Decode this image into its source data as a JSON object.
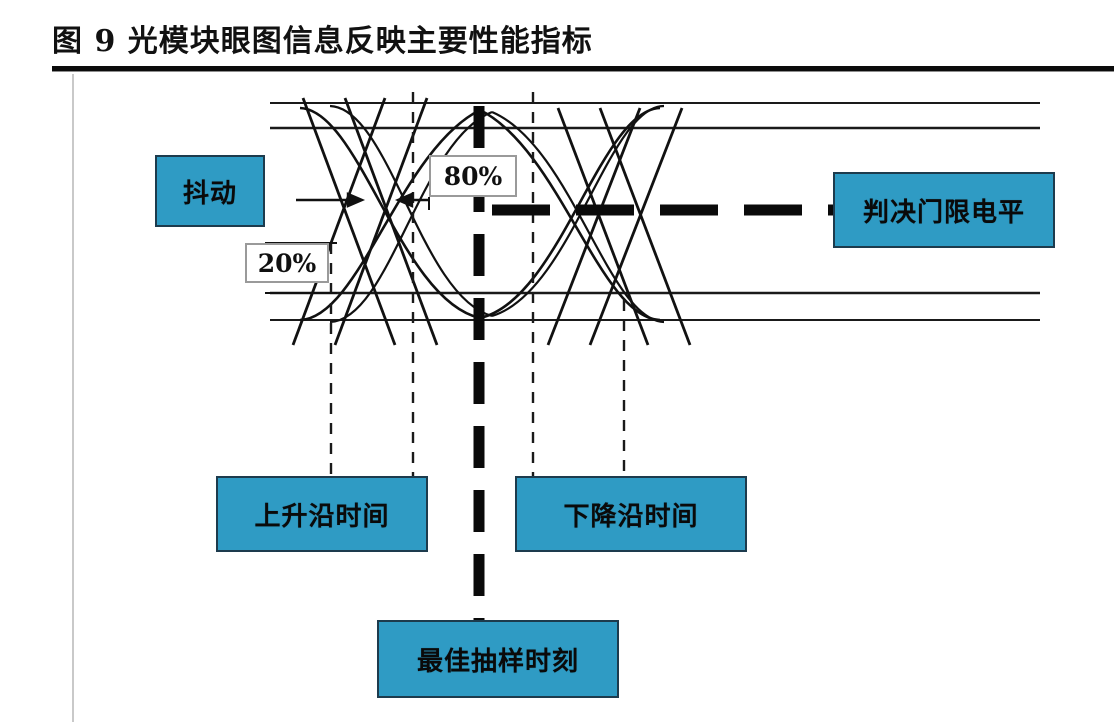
{
  "figure": {
    "title": "图 9 光模块眼图信息反映主要性能指标",
    "accent_color": "#2f9bc4",
    "box_border_color": "#1d3b4d",
    "line_color": "#111111"
  },
  "labels": {
    "jitter": "抖动",
    "decision_threshold": "判决门限电平",
    "rise_time": "上升沿时间",
    "fall_time": "下降沿时间",
    "optimal_sampling": "最佳抽样时刻",
    "level_80": "80%",
    "level_20": "20%"
  },
  "chart_data": {
    "type": "line",
    "title": "图 9 光模块眼图信息反映主要性能指标",
    "subtitle": "",
    "xlabel": "",
    "ylabel": "",
    "grid": false,
    "legend_position": "none",
    "annotations": [
      {
        "text": "抖动",
        "role": "jitter-span-at-crossing",
        "x": 0.18,
        "y": 0.52
      },
      {
        "text": "80%",
        "role": "upper-amplitude-reference",
        "x": 0.47,
        "y": 0.3
      },
      {
        "text": "20%",
        "role": "lower-amplitude-reference",
        "x": 0.27,
        "y": 0.72
      },
      {
        "text": "判决门限电平",
        "role": "decision-threshold-level",
        "x": 0.9,
        "y": 0.52
      },
      {
        "text": "上升沿时间",
        "role": "rise-time-interval",
        "x": 0.3,
        "y": 0.95
      },
      {
        "text": "下降沿时间",
        "role": "fall-time-interval",
        "x": 0.57,
        "y": 0.95
      },
      {
        "text": "最佳抽样时刻",
        "role": "optimal-sampling-instant",
        "x": 0.47,
        "y": 1.05
      }
    ],
    "reference_levels": [
      {
        "name": "top-rail-outer",
        "value": 100
      },
      {
        "name": "top-rail-80",
        "value": 80
      },
      {
        "name": "bottom-rail-20",
        "value": 20
      },
      {
        "name": "bottom-rail-outer",
        "value": 0
      },
      {
        "name": "decision-threshold",
        "value": 50
      }
    ],
    "time_markers": [
      {
        "name": "rise-start",
        "value": 0.1
      },
      {
        "name": "rise-end",
        "value": 0.28
      },
      {
        "name": "optimal-sample",
        "value": 0.5
      },
      {
        "name": "fall-start",
        "value": 0.72
      },
      {
        "name": "fall-end",
        "value": 0.92
      }
    ],
    "series": [
      {
        "name": "eye-upper-lobe",
        "values": []
      },
      {
        "name": "eye-lower-lobe",
        "values": []
      },
      {
        "name": "rising-edges",
        "values": []
      },
      {
        "name": "falling-edges",
        "values": []
      }
    ]
  }
}
